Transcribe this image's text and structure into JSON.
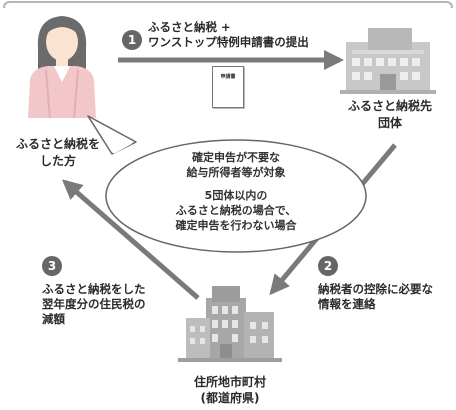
{
  "step1": {
    "number": "1",
    "line1": "ふるさと納税 +",
    "line2": "ワンストップ特例申請書の提出"
  },
  "document_label": "申請書",
  "taxpayer_label_line1": "ふるさと納税を",
  "taxpayer_label_line2": "した方",
  "municipality_label_line1": "ふるさと納税先",
  "municipality_label_line2": "団体",
  "bubble": {
    "line1": "確定申告が不要な",
    "line2": "給与所得者等が対象",
    "line3": "5団体以内の",
    "line4": "ふるさと納税の場合で、",
    "line5": "確定申告を行わない場合"
  },
  "step2": {
    "number": "2",
    "line1": "納税者の控除に必要な",
    "line2": "情報を連絡"
  },
  "step3": {
    "number": "3",
    "line1": "ふるさと納税をした",
    "line2": "翌年度分の住民税の",
    "line3": "減額"
  },
  "residence_label_line1": "住所地市町村",
  "residence_label_line2": "(都道府県)",
  "colors": {
    "arrow": "#7a7a7a",
    "number_badge": "#666666",
    "person_shirt": "#f2c7c9",
    "person_hair": "#6b6b6b",
    "building": "#a9a9a9"
  }
}
